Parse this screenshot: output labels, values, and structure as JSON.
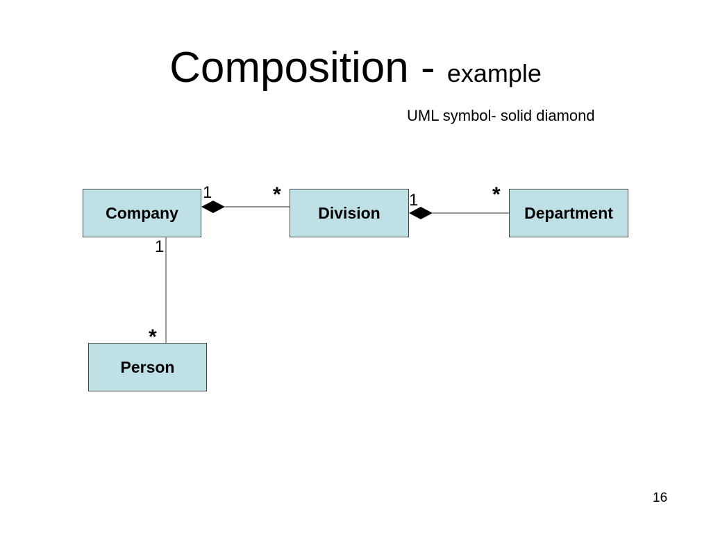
{
  "slide": {
    "title_main": "Composition - ",
    "title_sub": "example",
    "subtitle": "UML symbol- solid diamond",
    "page_number": "16"
  },
  "colors": {
    "class_fill": "#bfe0e5",
    "class_border": "#444444",
    "line": "#555555",
    "diamond": "#000000"
  },
  "classes": {
    "company": "Company",
    "division": "Division",
    "department": "Department",
    "person": "Person"
  },
  "associations": {
    "company_division": {
      "whole_multiplicity": "1",
      "part_multiplicity": "*",
      "symbol": "solid diamond"
    },
    "division_department": {
      "whole_multiplicity": "1",
      "part_multiplicity": "*",
      "symbol": "solid diamond"
    },
    "company_person": {
      "whole_multiplicity": "1",
      "part_multiplicity": "*"
    }
  }
}
